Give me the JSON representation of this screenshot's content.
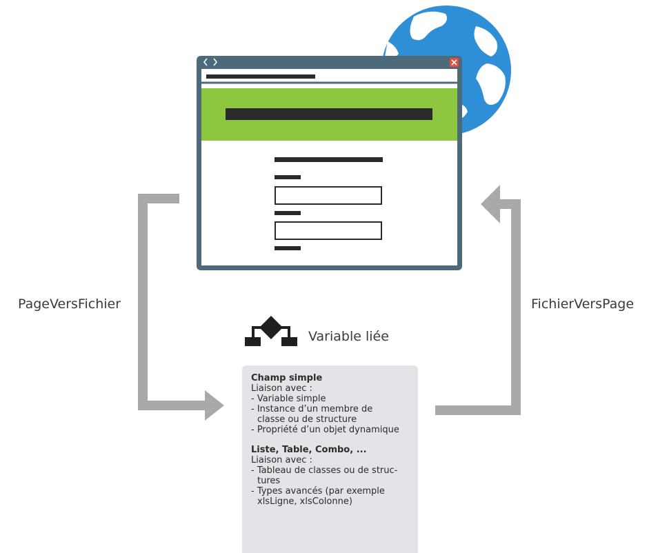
{
  "labels": {
    "left": "PageVersFichier",
    "right": "FichierVersPage",
    "bound_variable": "Variable liée"
  },
  "browser": {
    "nav": "< >",
    "close": "×"
  },
  "panel": {
    "simple": {
      "title": "Champ simple",
      "intro": "Liaison avec :",
      "items": [
        "- Variable simple",
        "- Instance d’un membre de",
        "classe ou de structure",
        "- Propriété d’un objet dynamique"
      ]
    },
    "lists": {
      "title": "Liste, Table, Combo, ...",
      "intro": "Liaison avec :",
      "items": [
        "- Tableau de classes ou de struc-",
        "tures",
        "- Types avancés (par exemple",
        "xlsLigne, xlsColonne)"
      ]
    }
  },
  "colors": {
    "arrow": "#a7a9ab",
    "window_frame": "#4d6a7a",
    "banner": "#8dc63f",
    "close_button": "#e2503d",
    "globe": "#2e8fd6",
    "panel": "#e3e4e7"
  },
  "icons": [
    "globe-icon",
    "bound-variable-icon",
    "window-nav-icon",
    "window-close-icon"
  ]
}
